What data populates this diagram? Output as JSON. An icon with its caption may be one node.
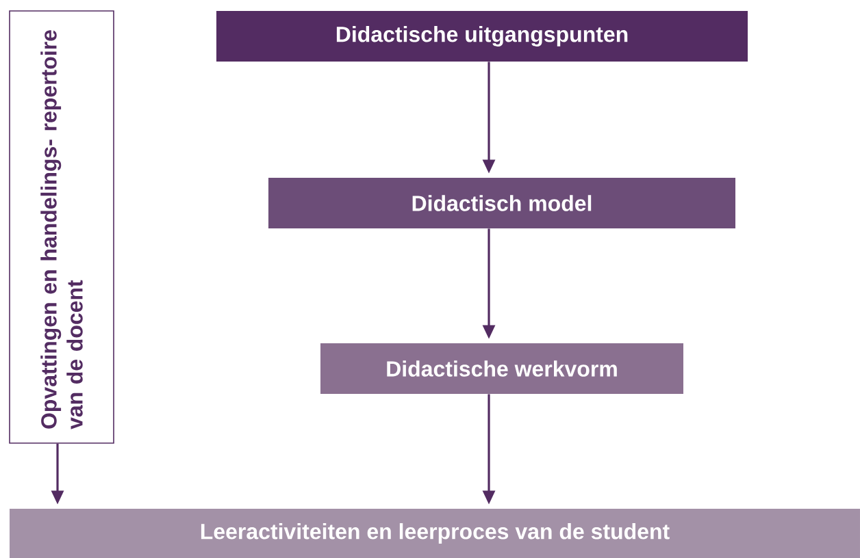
{
  "diagram": {
    "nodes": [
      {
        "text": [
          "Didactische uitgangspunten"
        ]
      },
      {
        "text": [
          "Didactisch model"
        ]
      },
      {
        "text": [
          "Didactische werkvorm"
        ]
      },
      {
        "text": [
          "Opvattingen en handelings- repertoire van de docent"
        ]
      },
      {
        "text": [
          "Leeractiviteiten en leerproces van de student"
        ]
      }
    ],
    "edges": [
      {
        "from": 0,
        "to": 1,
        "arrow": "to"
      },
      {
        "from": 1,
        "to": 2,
        "arrow": "to"
      },
      {
        "from": 2,
        "to": 4,
        "arrow": "to"
      },
      {
        "from": 3,
        "to": 4,
        "arrow": "to"
      }
    ]
  }
}
